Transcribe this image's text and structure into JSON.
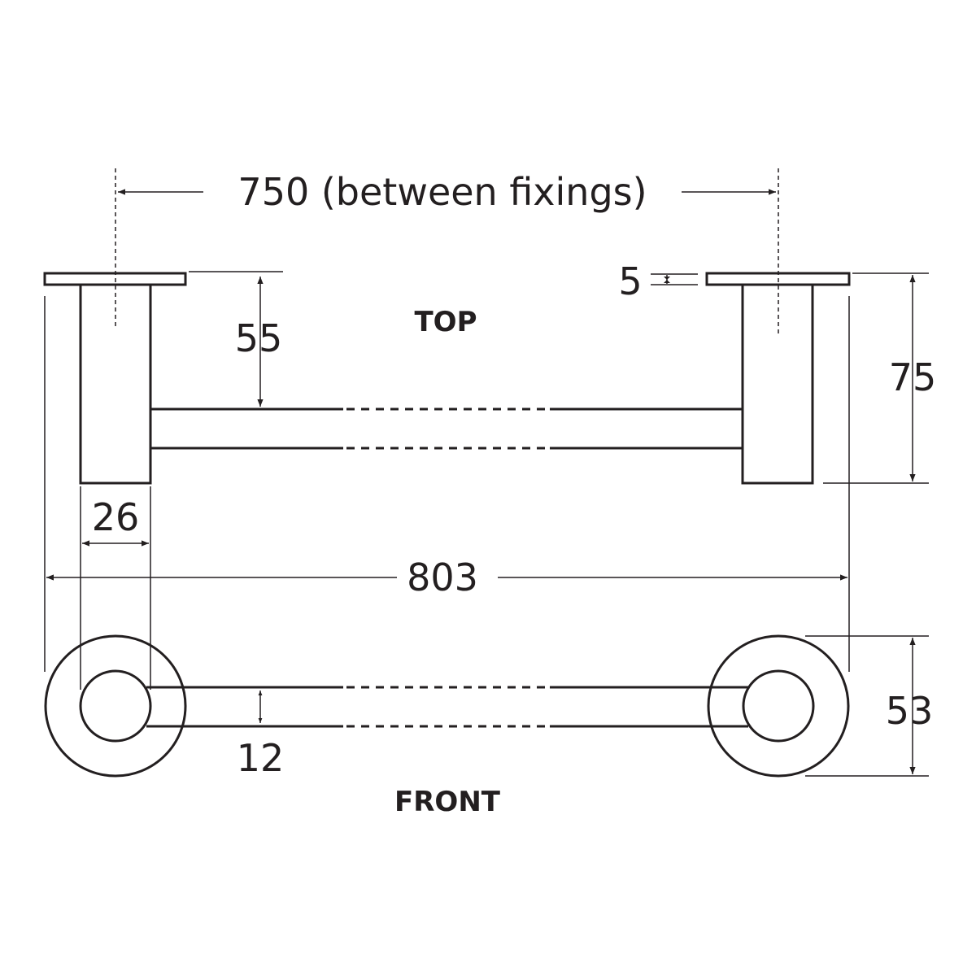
{
  "dimensions": {
    "between_fixings": "750 (between fixings)",
    "flange_thickness": "5",
    "bar_offset": "55",
    "overall_depth": "75",
    "post_width": "26",
    "overall_length": "803",
    "bar_diameter": "12",
    "rose_diameter": "53"
  },
  "views": {
    "top": "TOP",
    "front": "FRONT"
  },
  "colors": {
    "line": "#231f20",
    "background": "#ffffff"
  }
}
